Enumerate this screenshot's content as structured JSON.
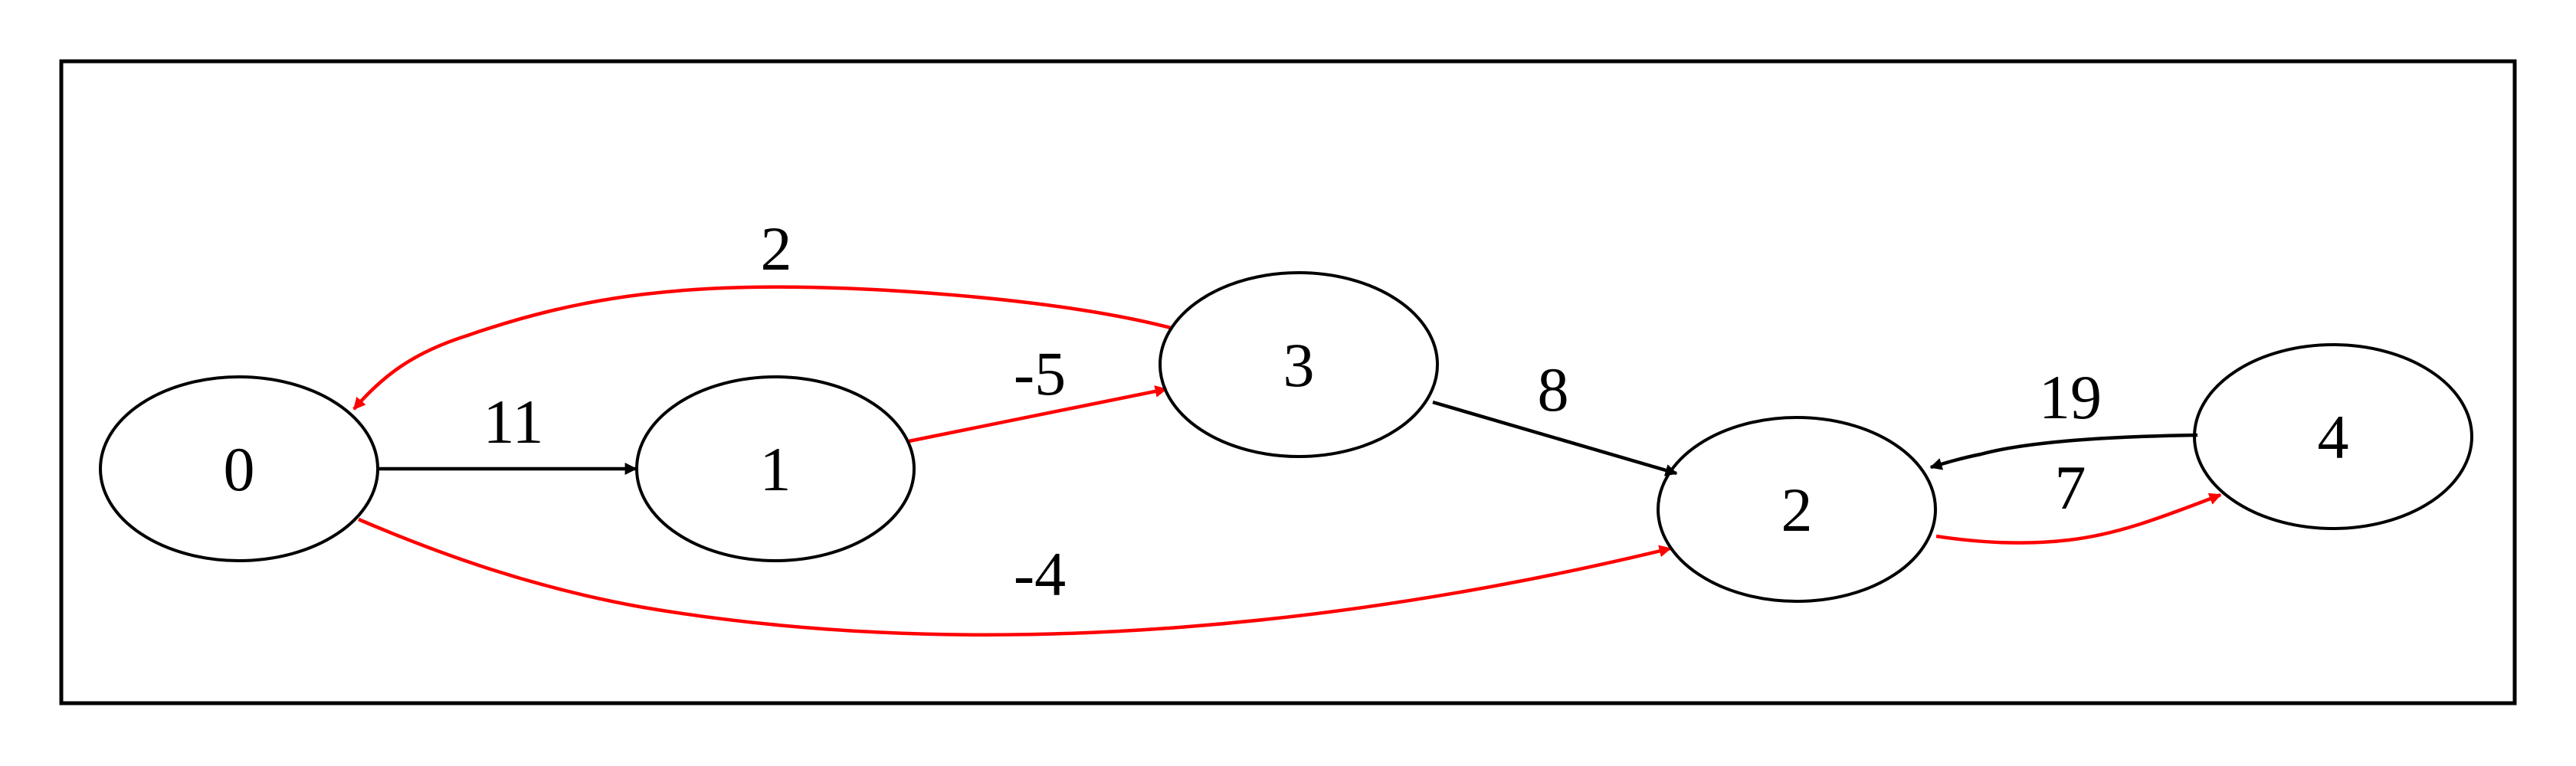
{
  "colors": {
    "default": "#000000",
    "highlight": "#ff0000",
    "background": "#ffffff"
  },
  "nodes": [
    {
      "id": "0",
      "label": "0"
    },
    {
      "id": "1",
      "label": "1"
    },
    {
      "id": "3",
      "label": "3"
    },
    {
      "id": "2",
      "label": "2"
    },
    {
      "id": "4",
      "label": "4"
    }
  ],
  "edges": [
    {
      "from": "0",
      "to": "1",
      "label": "11",
      "highlighted": false
    },
    {
      "from": "1",
      "to": "3",
      "label": "-5",
      "highlighted": true
    },
    {
      "from": "3",
      "to": "0",
      "label": "2",
      "highlighted": true
    },
    {
      "from": "3",
      "to": "2",
      "label": "8",
      "highlighted": false
    },
    {
      "from": "0",
      "to": "2",
      "label": "-4",
      "highlighted": true
    },
    {
      "from": "4",
      "to": "2",
      "label": "19",
      "highlighted": false
    },
    {
      "from": "2",
      "to": "4",
      "label": "7",
      "highlighted": true
    }
  ]
}
